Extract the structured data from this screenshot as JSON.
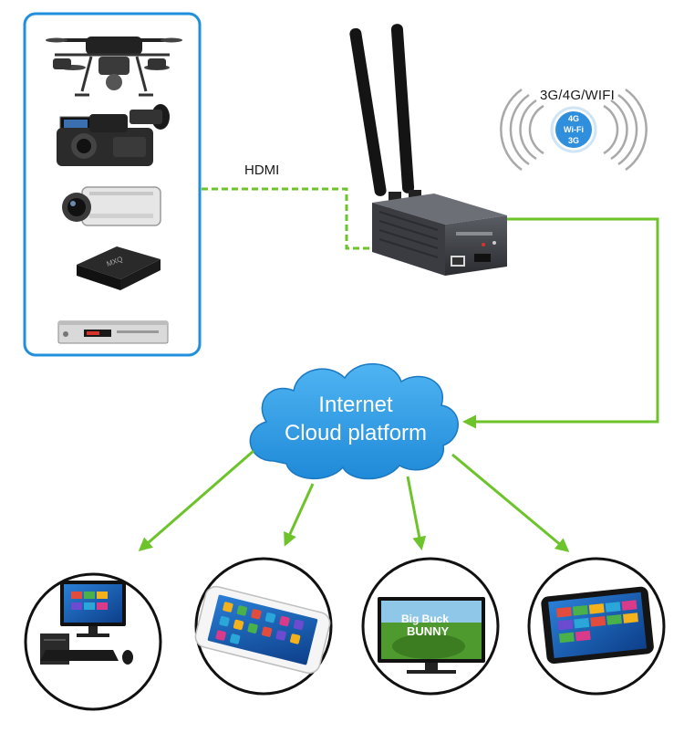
{
  "labels": {
    "hdmi": "HDMI",
    "wireless": "3G/4G/WIFI",
    "cloud_line_1": "Internet",
    "cloud_line_2": "Cloud platform",
    "badge_4g": "4G",
    "badge_wifi": "Wi-Fi",
    "badge_3g": "3G",
    "bunny_title": "Big Buck",
    "bunny_subtitle": "BUNNY"
  },
  "colors": {
    "connector_green": "#6cc32a",
    "frame_blue": "#1f8fde",
    "cloud_blue": "#2d9ee8"
  },
  "sources": [
    {
      "icon": "drone-icon"
    },
    {
      "icon": "camcorder-icon"
    },
    {
      "icon": "cctv-camera-icon"
    },
    {
      "icon": "tv-box-icon"
    },
    {
      "icon": "dvd-player-icon"
    }
  ],
  "endpoints": [
    {
      "icon": "desktop-computer-icon"
    },
    {
      "icon": "smartphone-icon"
    },
    {
      "icon": "tv-monitor-icon"
    },
    {
      "icon": "tablet-icon"
    }
  ]
}
